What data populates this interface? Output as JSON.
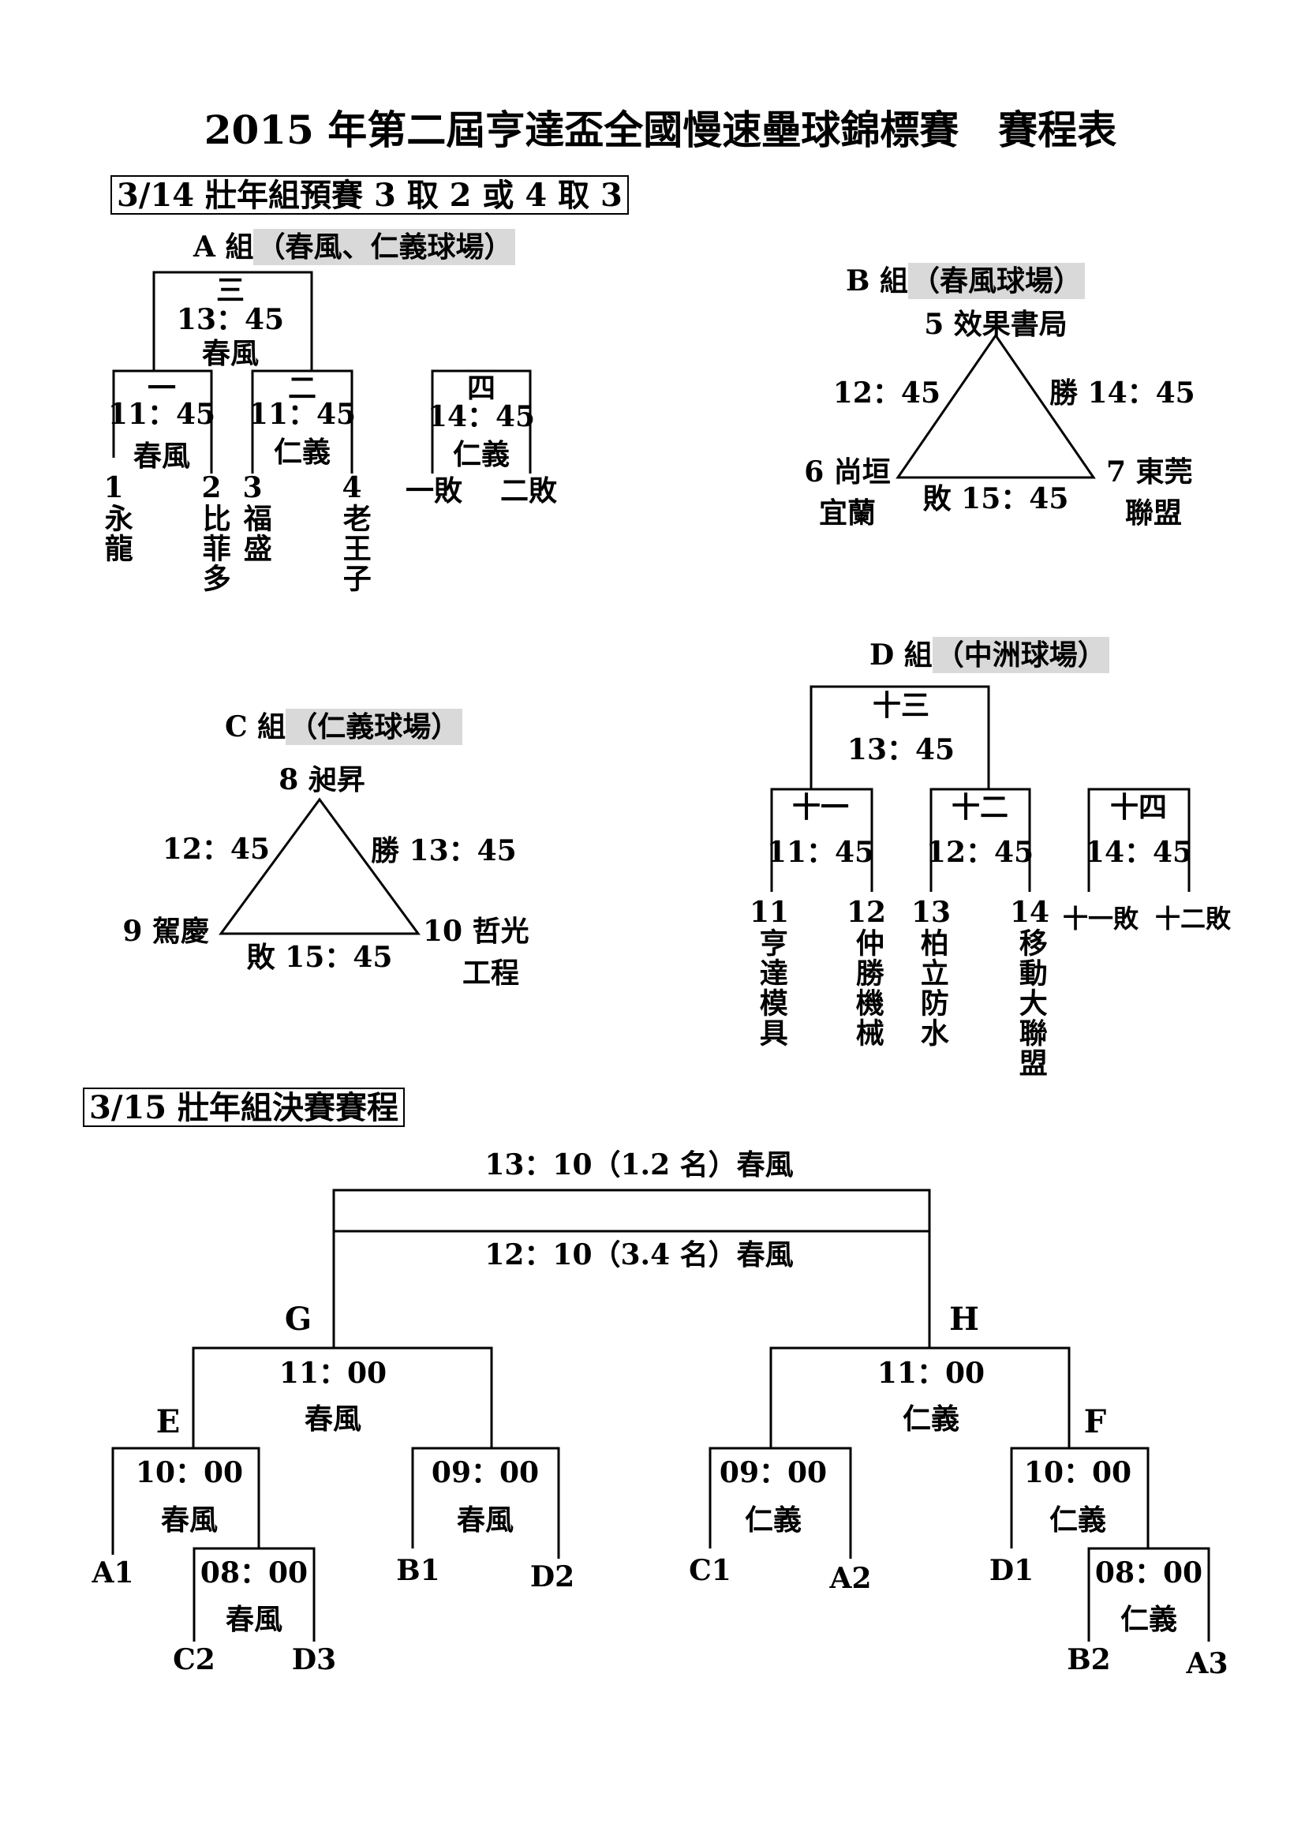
{
  "title": "2015 年第二屆亨達盃全國慢速壘球錦標賽　賽程表",
  "day1": {
    "heading": "3/14 壯年組預賽 3 取 2 或 4 取 3",
    "groupA": {
      "label": "A 組",
      "venue": "（春風、仁義球場）",
      "games": [
        {
          "no": "三",
          "time": "13：45",
          "field": "春風"
        },
        {
          "no": "一",
          "time": "11：45",
          "field": "春風"
        },
        {
          "no": "二",
          "time": "11：45",
          "field": "仁義"
        },
        {
          "no": "四",
          "time": "14：45",
          "field": "仁義"
        }
      ],
      "teams": [
        {
          "num": "1",
          "name": "永龍"
        },
        {
          "num": "2",
          "name": "比菲多"
        },
        {
          "num": "3",
          "name": "福盛"
        },
        {
          "num": "4",
          "name": "老王子"
        }
      ],
      "game4_slots": [
        "一敗",
        "二敗"
      ]
    },
    "groupB": {
      "label": "B 組",
      "venue": "（春風球場）",
      "top": "5 效果書局",
      "left_line1": "6 尚垣",
      "left_line2": "宜蘭",
      "right_line1": "7 東莞",
      "right_line2": "聯盟",
      "left_time": "12：45",
      "right_time": "勝 14：45",
      "bottom_time": "敗 15：45"
    },
    "groupC": {
      "label": "C 組",
      "venue": "（仁義球場）",
      "top": "8 昶昇",
      "left": "9 駕慶",
      "right_line1": "10 哲光",
      "right_line2": "工程",
      "left_time": "12：45",
      "right_time": "勝 13：45",
      "bottom_time": "敗 15：45"
    },
    "groupD": {
      "label": "D 組",
      "venue": "（中洲球場）",
      "games": [
        {
          "no": "十三",
          "time": "13：45"
        },
        {
          "no": "十一",
          "time": "11：45"
        },
        {
          "no": "十二",
          "time": "12：45"
        },
        {
          "no": "十四",
          "time": "14：45"
        }
      ],
      "teams": [
        {
          "num": "11",
          "name": "亨達模具"
        },
        {
          "num": "12",
          "name": "仲勝機械"
        },
        {
          "num": "13",
          "name": "柏立防水"
        },
        {
          "num": "14",
          "name": "移動大聯盟"
        }
      ],
      "game14_slots": [
        "十一敗",
        "十二敗"
      ]
    }
  },
  "day2": {
    "heading": "3/15 壯年組決賽賽程",
    "final_top": "13：10（1.2 名）春風",
    "final_bottom": "12：10（3.4 名）春風",
    "G": {
      "label": "G",
      "time": "11：00",
      "field": "春風"
    },
    "H": {
      "label": "H",
      "time": "11：00",
      "field": "仁義"
    },
    "E": {
      "label": "E",
      "time": "10：00",
      "field": "春風"
    },
    "F": {
      "label": "F",
      "time": "10：00",
      "field": "仁義"
    },
    "m1": {
      "time": "08：00",
      "field": "春風"
    },
    "m2": {
      "time": "09：00",
      "field": "春風"
    },
    "m3": {
      "time": "09：00",
      "field": "仁義"
    },
    "m4": {
      "time": "08：00",
      "field": "仁義"
    },
    "seeds": [
      "A1",
      "C2",
      "D3",
      "B1",
      "D2",
      "C1",
      "A2",
      "D1",
      "B2",
      "A3"
    ]
  }
}
